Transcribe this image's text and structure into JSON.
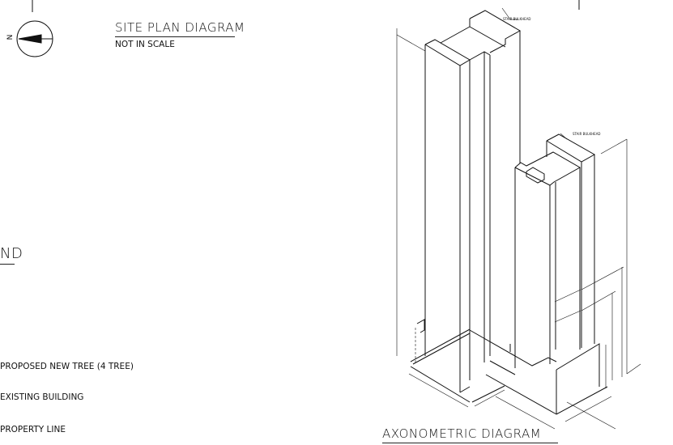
{
  "site_plan": {
    "title": "SITE PLAN DIAGRAM",
    "subtitle": "NOT IN SCALE",
    "north_label": "N"
  },
  "legend": {
    "title_fragment": "ND",
    "items": [
      {
        "label": "PROPOSED NEW TREE (4 TREE)"
      },
      {
        "label": "EXISTING BUILDING"
      },
      {
        "label": "PROPERTY LINE"
      }
    ]
  },
  "axonometric": {
    "title": "AXONOMETRIC DIAGRAM",
    "annotations": [
      "STAIR BULKHEAD",
      "STAIR BULKHEAD"
    ]
  }
}
